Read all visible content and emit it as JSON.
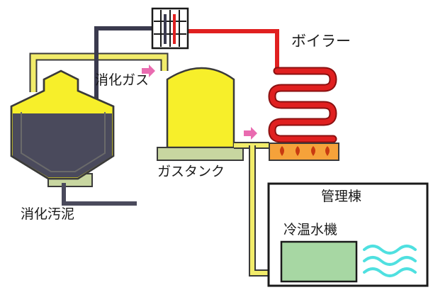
{
  "labels": {
    "boiler": "ボイラー",
    "digestion_gas": "消化ガス",
    "gas_tank": "ガスタンク",
    "digested_sludge": "消化汚泥",
    "management_building": "管理棟",
    "chiller": "冷温水機"
  },
  "colors": {
    "gas_pipe": "#f2ec6a",
    "hot_pipe": "#e02020",
    "cold_pipe": "#3a3a4e",
    "sludge": "#4a4a5c",
    "tank_yellow": "#f7ef2a",
    "base_green": "#c8d6a0",
    "flame_orange": "#f5a23a",
    "arrow_pink": "#e96bb0",
    "chiller_green": "#a7d7a3",
    "water_cyan": "#4fe0e0"
  }
}
